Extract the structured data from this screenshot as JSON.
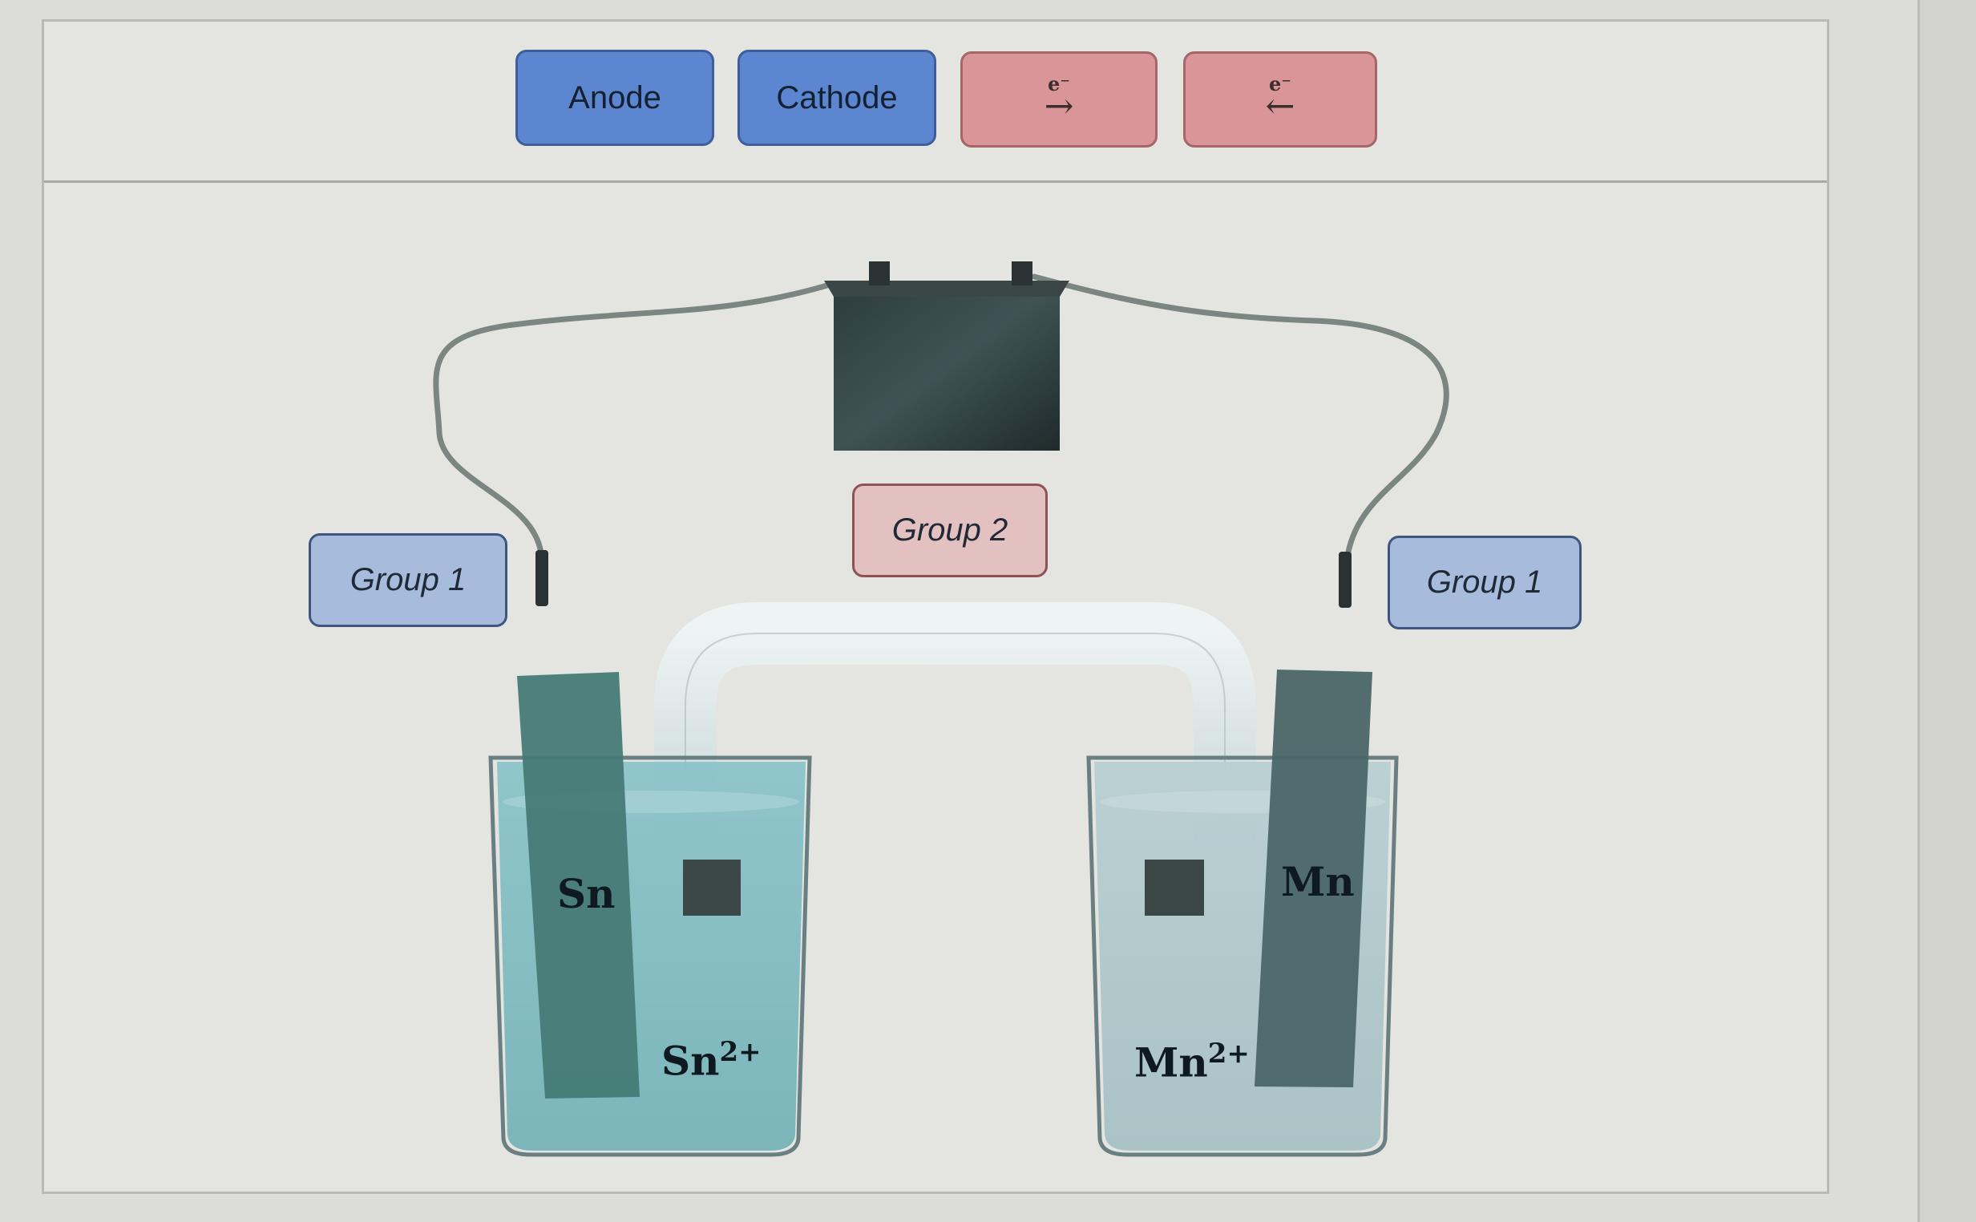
{
  "toolbar": {
    "anode_label": "Anode",
    "cathode_label": "Cathode",
    "electron_right": {
      "symbol": "e⁻",
      "arrow": "→"
    },
    "electron_left": {
      "symbol": "e⁻",
      "arrow": "←"
    }
  },
  "targets": {
    "left_electrode_label": "Group 1",
    "salt_bridge_label": "Group 2",
    "right_electrode_label": "Group 1"
  },
  "cell": {
    "left_metal": "Sn",
    "left_ion": "Sn",
    "left_ion_charge": "2+",
    "right_metal": "Mn",
    "right_ion": "Mn",
    "right_ion_charge": "2+"
  },
  "colors": {
    "blue_tile": "#5c86cf",
    "red_tile": "#d99597",
    "group1": "#a7bcdc",
    "group2": "#e3c1c1"
  }
}
